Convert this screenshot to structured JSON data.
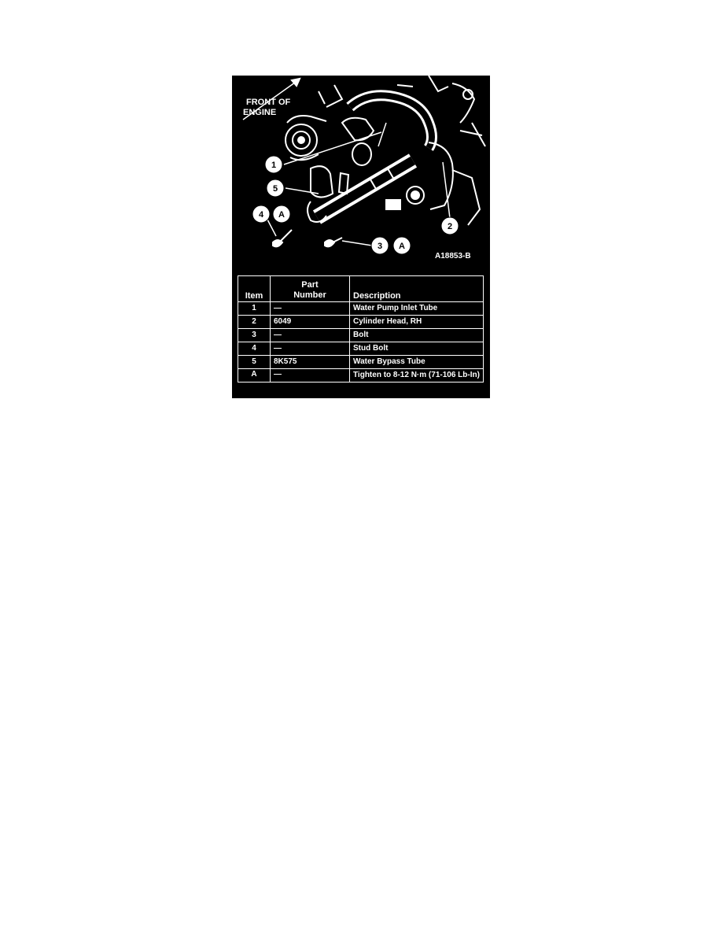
{
  "figure": {
    "orientation_label_line1": "FRONT OF",
    "orientation_label_line2": "ENGINE",
    "figure_code": "A18853-B",
    "callouts": {
      "c1": "1",
      "c2": "2",
      "c3": "3",
      "c4": "4",
      "c5": "5",
      "cA1": "A",
      "cA2": "A"
    }
  },
  "table": {
    "headers": {
      "item": "Item",
      "part_line1": "Part",
      "part_line2": "Number",
      "description": "Description"
    },
    "rows": [
      {
        "item": "1",
        "part": "—",
        "description": "Water Pump Inlet Tube"
      },
      {
        "item": "2",
        "part": "6049",
        "description": "Cylinder Head, RH"
      },
      {
        "item": "3",
        "part": "—",
        "description": "Bolt"
      },
      {
        "item": "4",
        "part": "—",
        "description": "Stud Bolt"
      },
      {
        "item": "5",
        "part": "8K575",
        "description": "Water Bypass Tube"
      },
      {
        "item": "A",
        "part": "—",
        "description": "Tighten to 8-12 N·m (71-106 Lb-In)"
      }
    ]
  }
}
